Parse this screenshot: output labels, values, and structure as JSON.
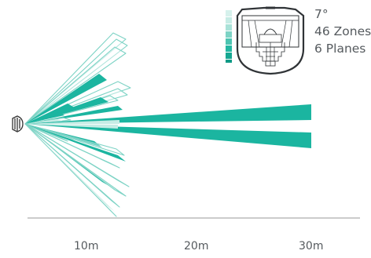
{
  "specs": {
    "angle": "7°",
    "zones": "46 Zones",
    "planes": "6 Planes"
  },
  "distance_labels": [
    "10m",
    "20m",
    "30m"
  ],
  "colors": {
    "zone_solid": "#1bb5a0",
    "zone_outline": "#7dd3c5",
    "zone_light": "#c6ece5",
    "text": "#555a5e",
    "ground": "#9a9a9a",
    "detector": "#333333"
  },
  "icons": [
    "pir-detector-icon",
    "detector-pattern-icon"
  ]
}
